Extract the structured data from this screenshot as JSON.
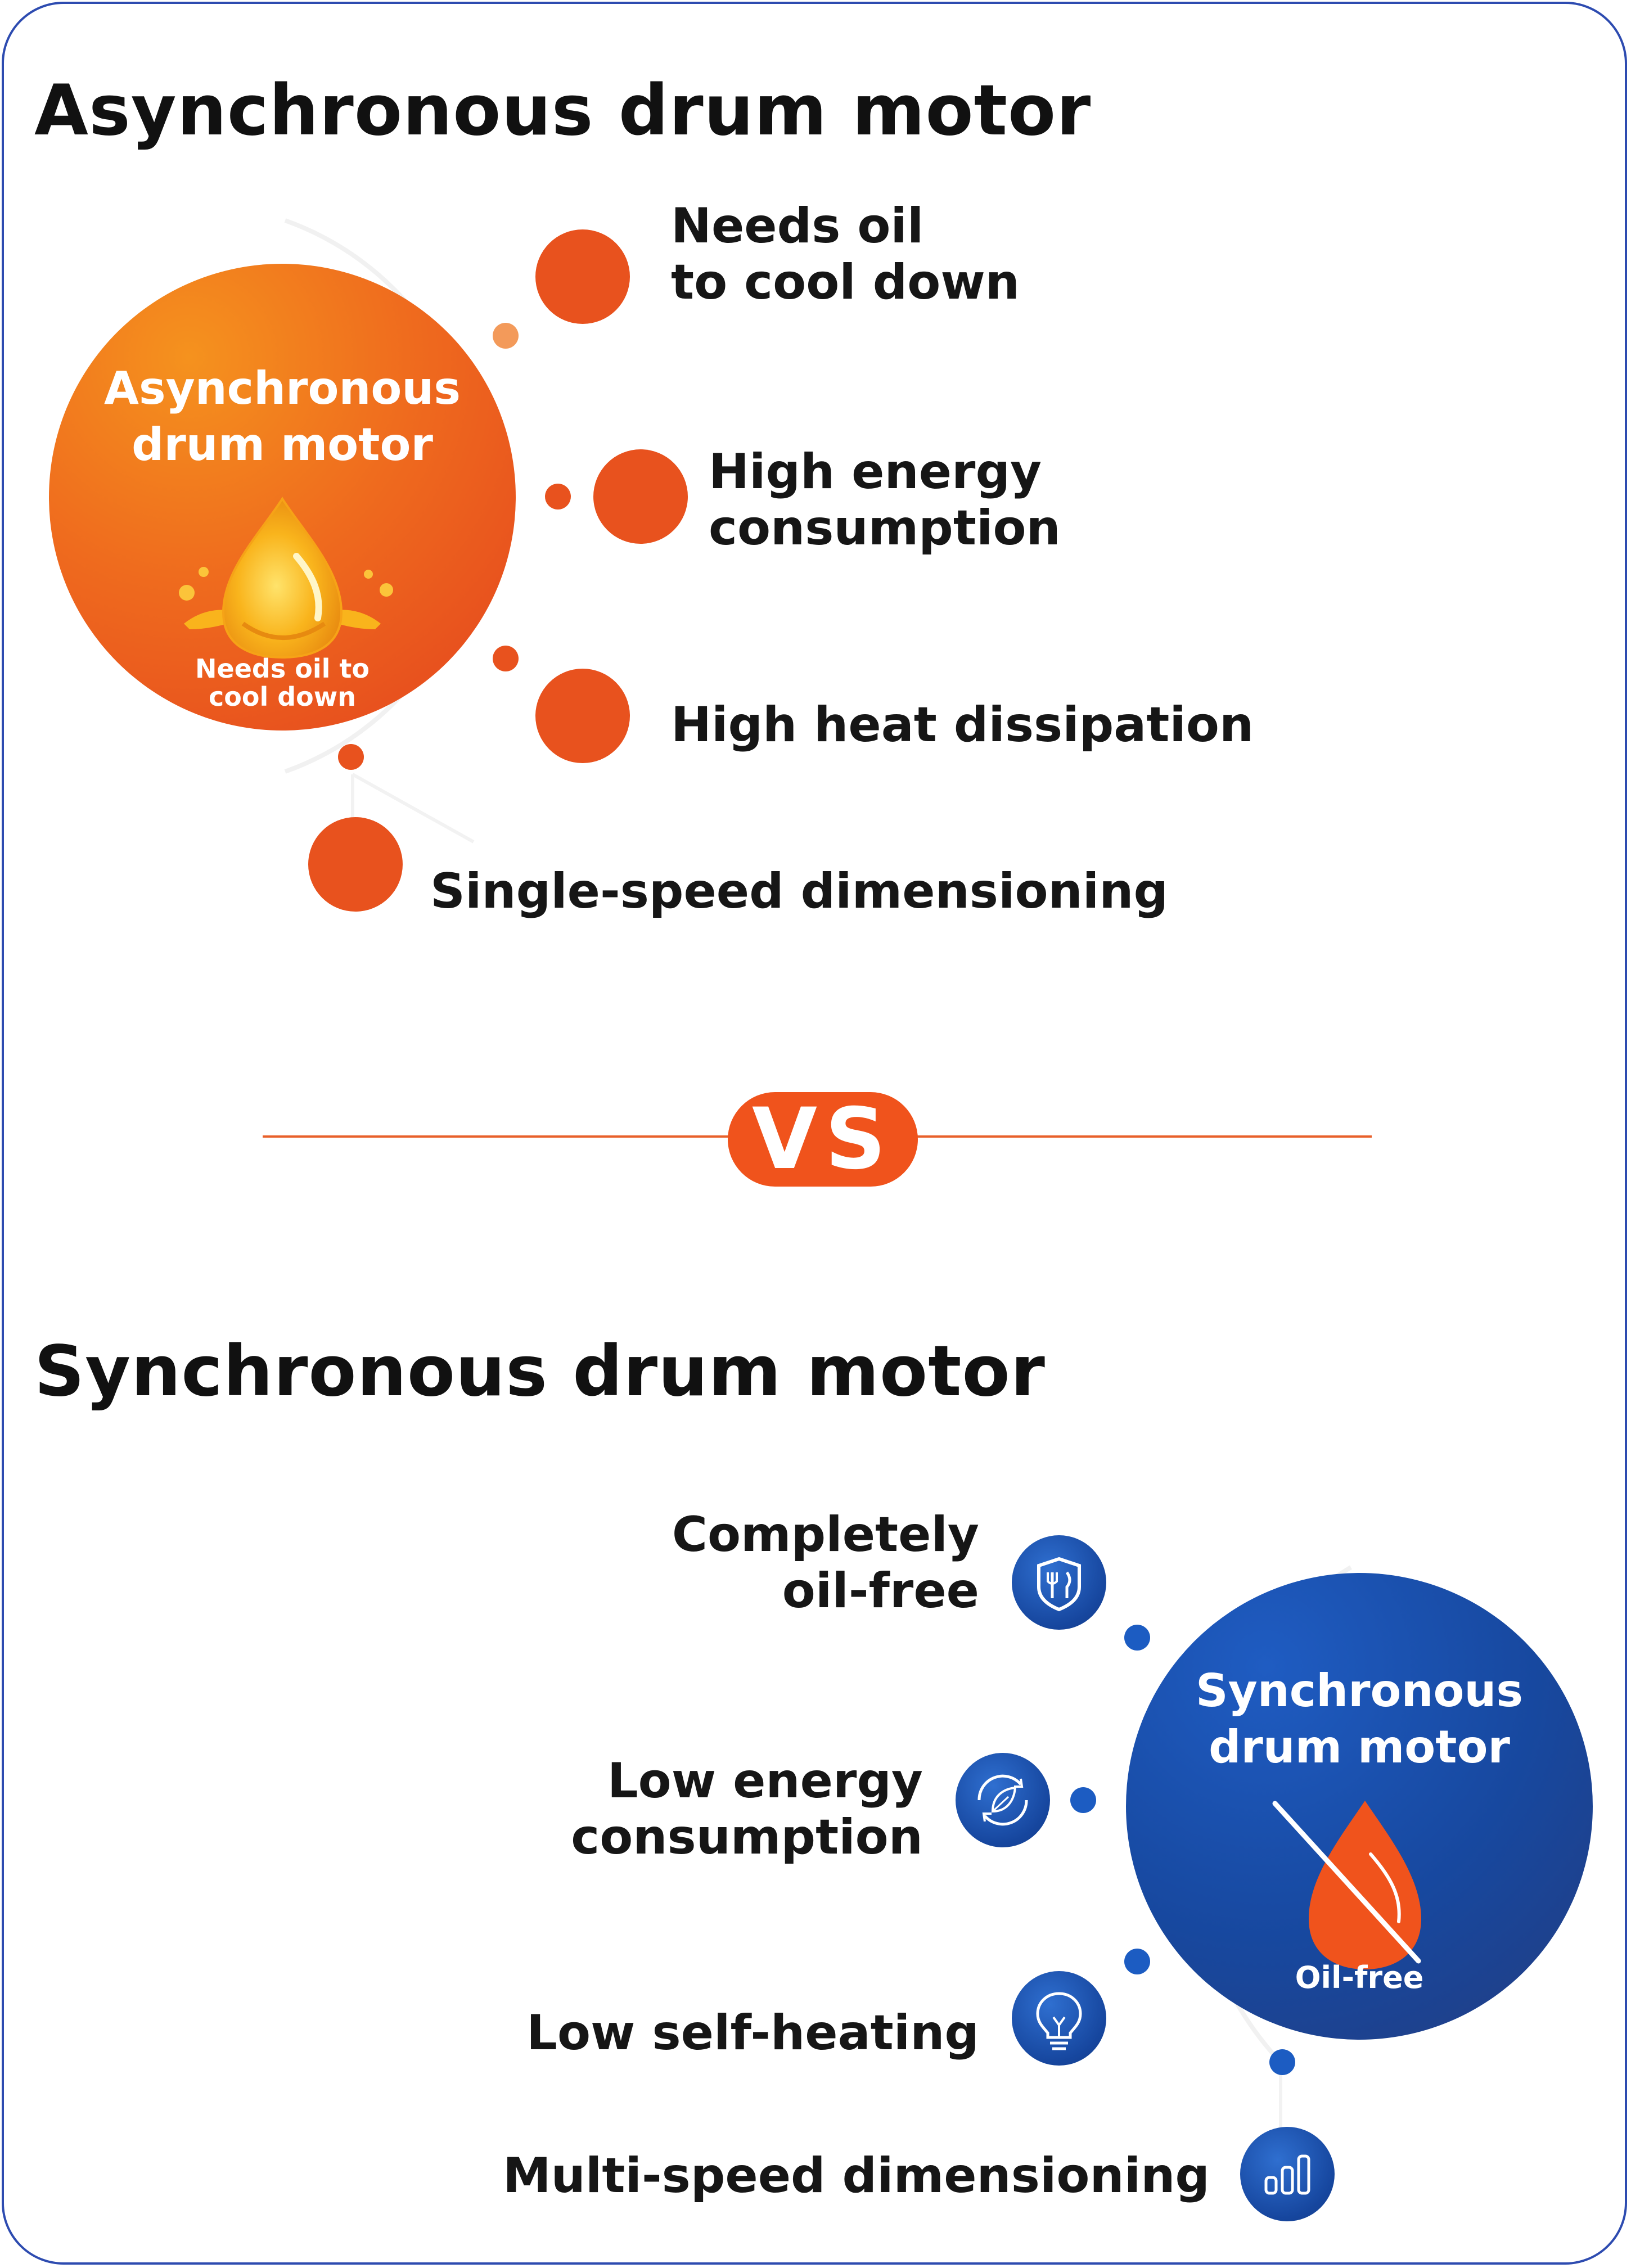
{
  "asynchronous": {
    "title": "Asynchronous drum motor",
    "hub_title_line1": "Asynchronous",
    "hub_title_line2": "drum motor",
    "hub_caption_line1": "Needs oil to",
    "hub_caption_line2": "cool down",
    "hub_icon": "oil-drop-icon",
    "items": [
      {
        "line1": "Needs oil",
        "line2": "to cool down"
      },
      {
        "line1": "High energy",
        "line2": "consumption"
      },
      {
        "line1": "High heat dissipation"
      },
      {
        "line1": "Single-speed dimensioning"
      }
    ]
  },
  "vs": {
    "label": "VS"
  },
  "synchronous": {
    "title": "Synchronous drum motor",
    "hub_title_line1": "Synchronous",
    "hub_title_line2": "drum motor",
    "hub_caption": "Oil-free",
    "hub_icon": "no-oil-drop-icon",
    "items": [
      {
        "line1": "Completely",
        "line2": "oil-free",
        "icon": "shield-cutlery-icon"
      },
      {
        "line1": "Low energy",
        "line2": "consumption",
        "icon": "eco-leaf-cycle-icon"
      },
      {
        "line1": "Low self-heating",
        "icon": "lightbulb-icon"
      },
      {
        "line1": "Multi-speed dimensioning",
        "icon": "bar-chart-icon"
      }
    ]
  },
  "colors": {
    "orange_accent": "#e8521e",
    "blue_accent": "#16469e",
    "border": "#2d4bb0"
  }
}
